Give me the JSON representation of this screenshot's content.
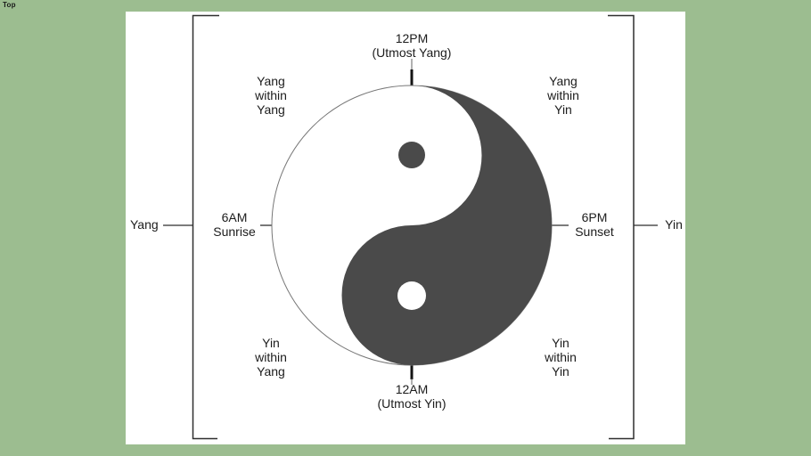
{
  "viewport": {
    "view_label": "Top",
    "background_color": "#9cbd90",
    "panel_color": "#ffffff"
  },
  "diagram": {
    "title_implied": "Yin-Yang daily cycle diagram",
    "colors": {
      "yin": "#4a4a4a",
      "yang": "#ffffff",
      "circle_outline": "#777777",
      "line": "#2f2f2f",
      "text": "#1c1c1c"
    },
    "labels": {
      "noon": {
        "time": "12PM",
        "note": "(Utmost Yang)"
      },
      "midnight": {
        "time": "12AM",
        "note": "(Utmost Yin)"
      },
      "morning": {
        "time": "6AM",
        "event": "Sunrise"
      },
      "evening": {
        "time": "6PM",
        "event": "Sunset"
      },
      "left_side": "Yang",
      "right_side": "Yin",
      "quadrant_top_left": [
        "Yang",
        "within",
        "Yang"
      ],
      "quadrant_top_right": [
        "Yang",
        "within",
        "Yin"
      ],
      "quadrant_bottom_left": [
        "Yin",
        "within",
        "Yang"
      ],
      "quadrant_bottom_right": [
        "Yin",
        "within",
        "Yin"
      ]
    }
  }
}
